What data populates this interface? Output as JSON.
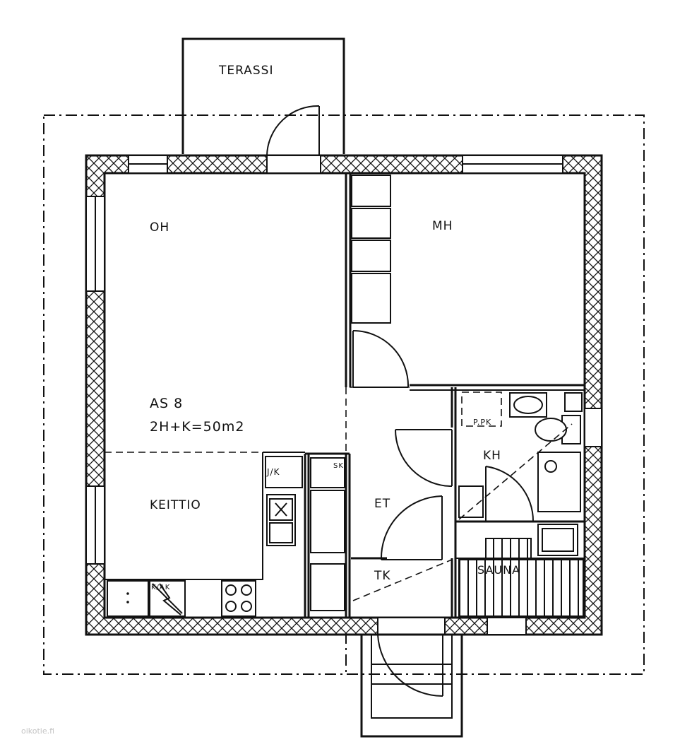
{
  "plan": {
    "labels": {
      "terassi": "TERASSI",
      "oh": "OH",
      "mh": "MH",
      "as": "AS 8",
      "area": "2H+K=50m2",
      "keittio": "KEITTIO",
      "kh": "KH",
      "et": "ET",
      "tk": "TK",
      "sauna": "SAUNA",
      "ppk": "P.PK",
      "jk": "J/K",
      "kpk": "K/AK",
      "sk": "SK"
    },
    "watermark": "oikotie.fi"
  }
}
